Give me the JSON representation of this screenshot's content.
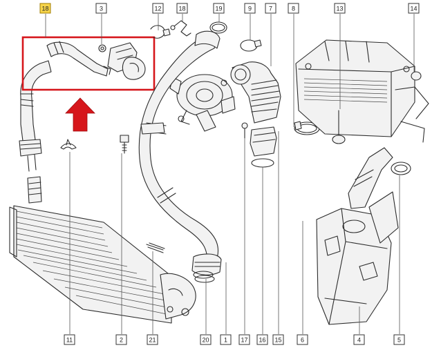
{
  "callouts": {
    "c1": "1",
    "c2": "2",
    "c3": "3",
    "c4": "4",
    "c5": "5",
    "c6": "6",
    "c7": "7",
    "c8": "8",
    "c9": "9",
    "c11": "11",
    "c12": "12",
    "c13": "13",
    "c14": "14",
    "c15": "15",
    "c16": "16",
    "c17": "17",
    "c18_top": "18",
    "c18_hl": "18",
    "c19": "19",
    "c20": "20",
    "c21": "21"
  },
  "highlighted_callout": "18",
  "colors": {
    "highlight_red": "#d6161b",
    "callout_highlight": "#f7d54a",
    "line": "#2b2b2b"
  },
  "icons": {
    "pointer": "up-arrow-icon"
  }
}
